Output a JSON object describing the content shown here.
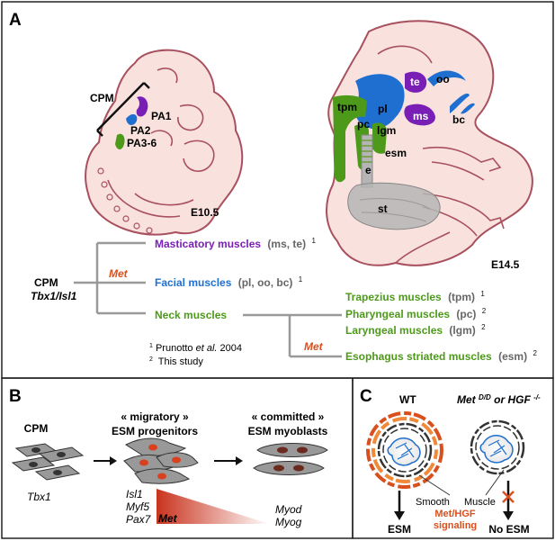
{
  "panelA": {
    "label": "A",
    "e105": {
      "stage": "E10.5",
      "cpm": "CPM",
      "pa1": "PA1",
      "pa2": "PA2",
      "pa36": "PA3-6"
    },
    "e145": {
      "stage": "E14.5",
      "te": "te",
      "oo": "oo",
      "pl": "pl",
      "ms": "ms",
      "bc": "bc",
      "tpm": "tpm",
      "pc": "pc",
      "lgm": "lgm",
      "esm": "esm",
      "e": "e",
      "st": "st"
    },
    "tree": {
      "root1": "CPM",
      "root2": "Tbx1/Isl1",
      "met1": "Met",
      "met2": "Met",
      "masticatory": "Masticatory muscles",
      "masticatory_abbr": "(ms, te)",
      "masticatory_ref": "1",
      "facial": "Facial muscles",
      "facial_abbr": "(pl, oo, bc)",
      "facial_ref": "1",
      "neck": "Neck muscles",
      "trapezius": "Trapezius muscles",
      "trapezius_abbr": "(tpm)",
      "trapezius_ref": "1",
      "pharyngeal": "Pharyngeal muscles",
      "pharyngeal_abbr": "(pc)",
      "pharyngeal_ref": "2",
      "laryngeal": "Laryngeal muscles",
      "laryngeal_abbr": "(lgm)",
      "laryngeal_ref": "2",
      "esophagus": "Esophagus striated muscles",
      "esophagus_abbr": "(esm)",
      "esophagus_ref": "2",
      "fn1_num": "1",
      "fn1_a": "Prunotto ",
      "fn1_b": "et al.",
      "fn1_c": " 2004",
      "fn2_num": "2",
      "fn2": "This study"
    }
  },
  "panelB": {
    "label": "B",
    "cpm": "CPM",
    "mig1": "« migratory »",
    "mig2": "ESM  progenitors",
    "com1": "« committed »",
    "com2": "ESM  myoblasts",
    "tbx1": "Tbx1",
    "isl1": "Isl1",
    "myf5": "Myf5",
    "pax7": "Pax7",
    "met": "Met",
    "myod": "Myod",
    "myog": "Myog"
  },
  "panelC": {
    "label": "C",
    "wt": "WT",
    "mut_a": "Met",
    "mut_sup": "D/D",
    "mut_b": " or HGF",
    "mut_sup2": "-/-",
    "smooth": "Smooth",
    "muscle": "Muscle",
    "signal1": "Met/HGF",
    "signal2": "signaling",
    "esm": "ESM",
    "noesm": "No ESM"
  },
  "colors": {
    "purple": "#7a1fb5",
    "blue": "#1f6fd0",
    "green": "#4d9a1a",
    "orange": "#d8501e",
    "skin": "#f9e2de",
    "outline": "#a8505e"
  }
}
